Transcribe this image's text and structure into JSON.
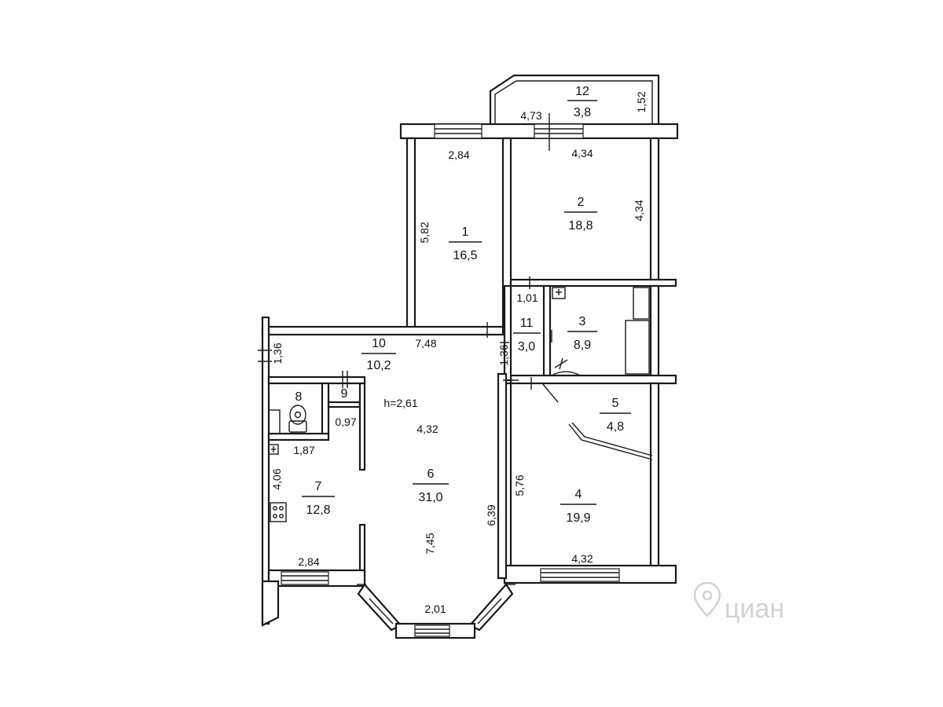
{
  "rooms": [
    {
      "id": "1",
      "number": "1",
      "area": "16,5"
    },
    {
      "id": "2",
      "number": "2",
      "area": "18,8"
    },
    {
      "id": "3",
      "number": "3",
      "area": "8,9"
    },
    {
      "id": "4",
      "number": "4",
      "area": "19,9"
    },
    {
      "id": "5",
      "number": "5",
      "area": "4,8"
    },
    {
      "id": "6",
      "number": "6",
      "area": "31,0"
    },
    {
      "id": "7",
      "number": "7",
      "area": "12,8"
    },
    {
      "id": "8",
      "number": "8"
    },
    {
      "id": "9",
      "number": "9"
    },
    {
      "id": "10",
      "number": "10",
      "area": "10,2"
    },
    {
      "id": "11",
      "number": "11",
      "area": "3,0"
    },
    {
      "id": "12",
      "number": "12",
      "area": "3,8"
    }
  ],
  "dimensions": {
    "balcony_width": "4,73",
    "balcony_depth": "1,52",
    "room1_width": "2,84",
    "room1_length": "5,82",
    "room2_width": "4,34",
    "room2_length": "4,34",
    "room11_width": "1,01",
    "room11_length": "1,36",
    "hall_length": "7,48",
    "hall_width": "1,36",
    "ceiling_height": "h=2,61",
    "room6_width": "4,32",
    "room6_length": "6,39",
    "room6_bay_length": "7,45",
    "bay_window_width": "2,01",
    "room9_width": "0,97",
    "room8_width": "1,87",
    "kitchen_length": "4,06",
    "kitchen_width": "2,84",
    "room4_length": "5,76",
    "room4_width": "4,32"
  },
  "watermark": "циан"
}
